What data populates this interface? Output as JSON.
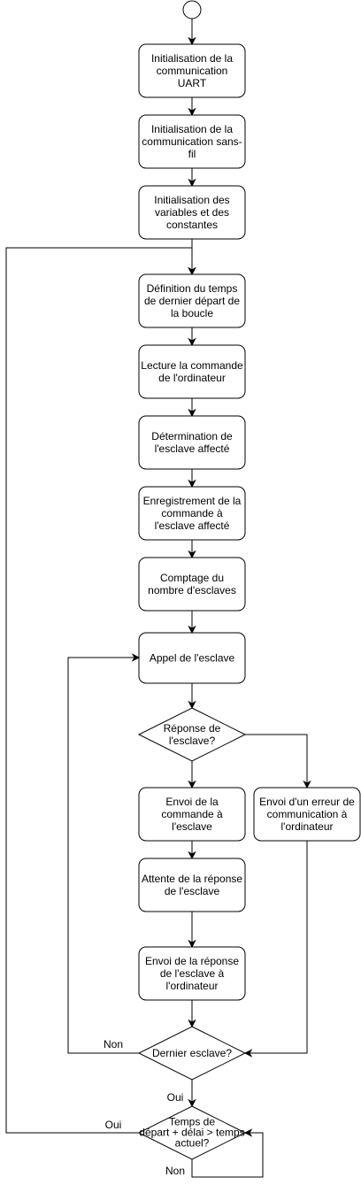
{
  "diagram": {
    "type": "flowchart",
    "nodes": [
      {
        "id": "start",
        "kind": "start",
        "lines": []
      },
      {
        "id": "init_uart",
        "kind": "process",
        "lines": [
          "Initialisation de la",
          "communication",
          "UART"
        ]
      },
      {
        "id": "init_wireless",
        "kind": "process",
        "lines": [
          "Initialisation de la",
          "communication sans-",
          "fil"
        ]
      },
      {
        "id": "init_vars",
        "kind": "process",
        "lines": [
          "Initialisation des",
          "variables et des",
          "constantes"
        ]
      },
      {
        "id": "def_time",
        "kind": "process",
        "lines": [
          "Définition du temps",
          "de dernier départ de",
          "la boucle"
        ]
      },
      {
        "id": "read_cmd",
        "kind": "process",
        "lines": [
          "Lecture la commande",
          "de l'ordinateur"
        ]
      },
      {
        "id": "determine_slave",
        "kind": "process",
        "lines": [
          "Détermination de",
          "l'esclave affecté"
        ]
      },
      {
        "id": "save_cmd",
        "kind": "process",
        "lines": [
          "Enregistrement de la",
          "commande à",
          "l'esclave affecté"
        ]
      },
      {
        "id": "count_slaves",
        "kind": "process",
        "lines": [
          "Comptage du",
          "nombre d'esclaves"
        ]
      },
      {
        "id": "call_slave",
        "kind": "process",
        "lines": [
          "Appel de l'esclave"
        ]
      },
      {
        "id": "slave_response",
        "kind": "decision",
        "lines": [
          "Réponse de",
          "l'esclave?"
        ]
      },
      {
        "id": "send_cmd",
        "kind": "process",
        "lines": [
          "Envoi de la",
          "commande à",
          "l'esclave"
        ]
      },
      {
        "id": "send_error",
        "kind": "process",
        "lines": [
          "Envoi d'un erreur de",
          "communication à",
          "l'ordinateur"
        ]
      },
      {
        "id": "wait_response",
        "kind": "process",
        "lines": [
          "Attente de la réponse",
          "de l'esclave"
        ]
      },
      {
        "id": "send_response",
        "kind": "process",
        "lines": [
          "Envoi de la réponse",
          "de l'esclave à",
          "l'ordinateur"
        ]
      },
      {
        "id": "last_slave",
        "kind": "decision",
        "lines": [
          "Dernier esclave?"
        ]
      },
      {
        "id": "time_check",
        "kind": "decision",
        "lines": [
          "Temps de",
          "départ + délai > temps",
          "actuel?"
        ]
      }
    ],
    "edges": [
      {
        "from": "start",
        "to": "init_uart",
        "label": ""
      },
      {
        "from": "init_uart",
        "to": "init_wireless",
        "label": ""
      },
      {
        "from": "init_wireless",
        "to": "init_vars",
        "label": ""
      },
      {
        "from": "init_vars",
        "to": "def_time",
        "label": ""
      },
      {
        "from": "def_time",
        "to": "read_cmd",
        "label": ""
      },
      {
        "from": "read_cmd",
        "to": "determine_slave",
        "label": ""
      },
      {
        "from": "determine_slave",
        "to": "save_cmd",
        "label": ""
      },
      {
        "from": "save_cmd",
        "to": "count_slaves",
        "label": ""
      },
      {
        "from": "count_slaves",
        "to": "call_slave",
        "label": ""
      },
      {
        "from": "call_slave",
        "to": "slave_response",
        "label": ""
      },
      {
        "from": "slave_response",
        "to": "send_cmd",
        "label": ""
      },
      {
        "from": "slave_response",
        "to": "send_error",
        "label": ""
      },
      {
        "from": "send_cmd",
        "to": "wait_response",
        "label": ""
      },
      {
        "from": "wait_response",
        "to": "send_response",
        "label": ""
      },
      {
        "from": "send_response",
        "to": "last_slave",
        "label": ""
      },
      {
        "from": "send_error",
        "to": "last_slave",
        "label": ""
      },
      {
        "from": "last_slave",
        "to": "call_slave",
        "label": "Non"
      },
      {
        "from": "last_slave",
        "to": "time_check",
        "label": "Oui"
      },
      {
        "from": "time_check",
        "to": "def_time",
        "label": "Oui"
      },
      {
        "from": "time_check",
        "to": "time_check",
        "label": "Non"
      }
    ]
  }
}
